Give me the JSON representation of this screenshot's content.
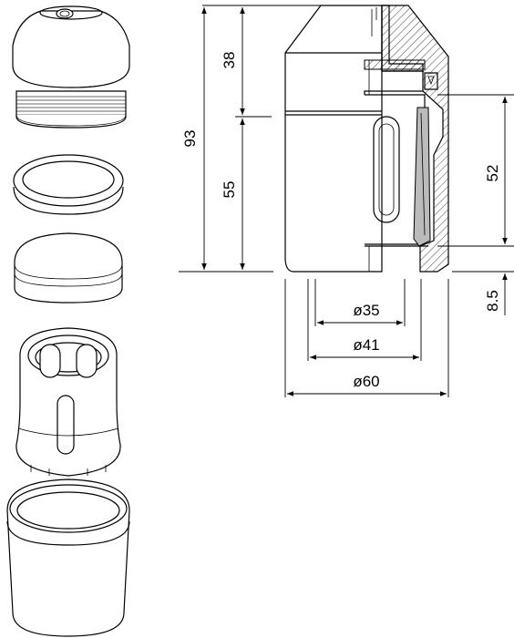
{
  "dimensions": {
    "total_height": "93",
    "upper_height": "38",
    "lower_height": "55",
    "inner_height": "52",
    "bottom_offset": "8.5",
    "diameter_inner": "ø35",
    "diameter_mid": "ø41",
    "diameter_outer": "ø60"
  }
}
